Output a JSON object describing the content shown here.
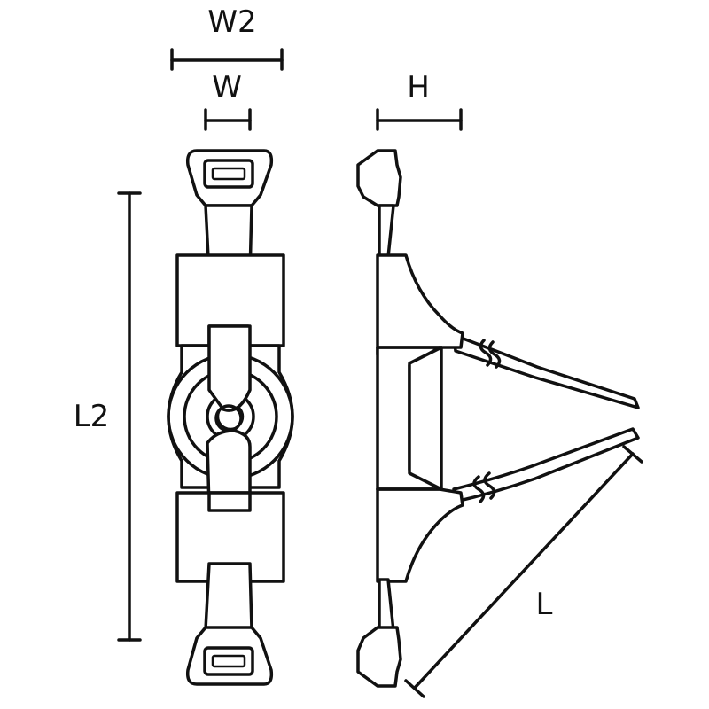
{
  "labels": {
    "w2": "W2",
    "w": "W",
    "h": "H",
    "l2": "L2",
    "l": "L"
  },
  "colors": {
    "line": "#111111",
    "background": "#ffffff"
  }
}
